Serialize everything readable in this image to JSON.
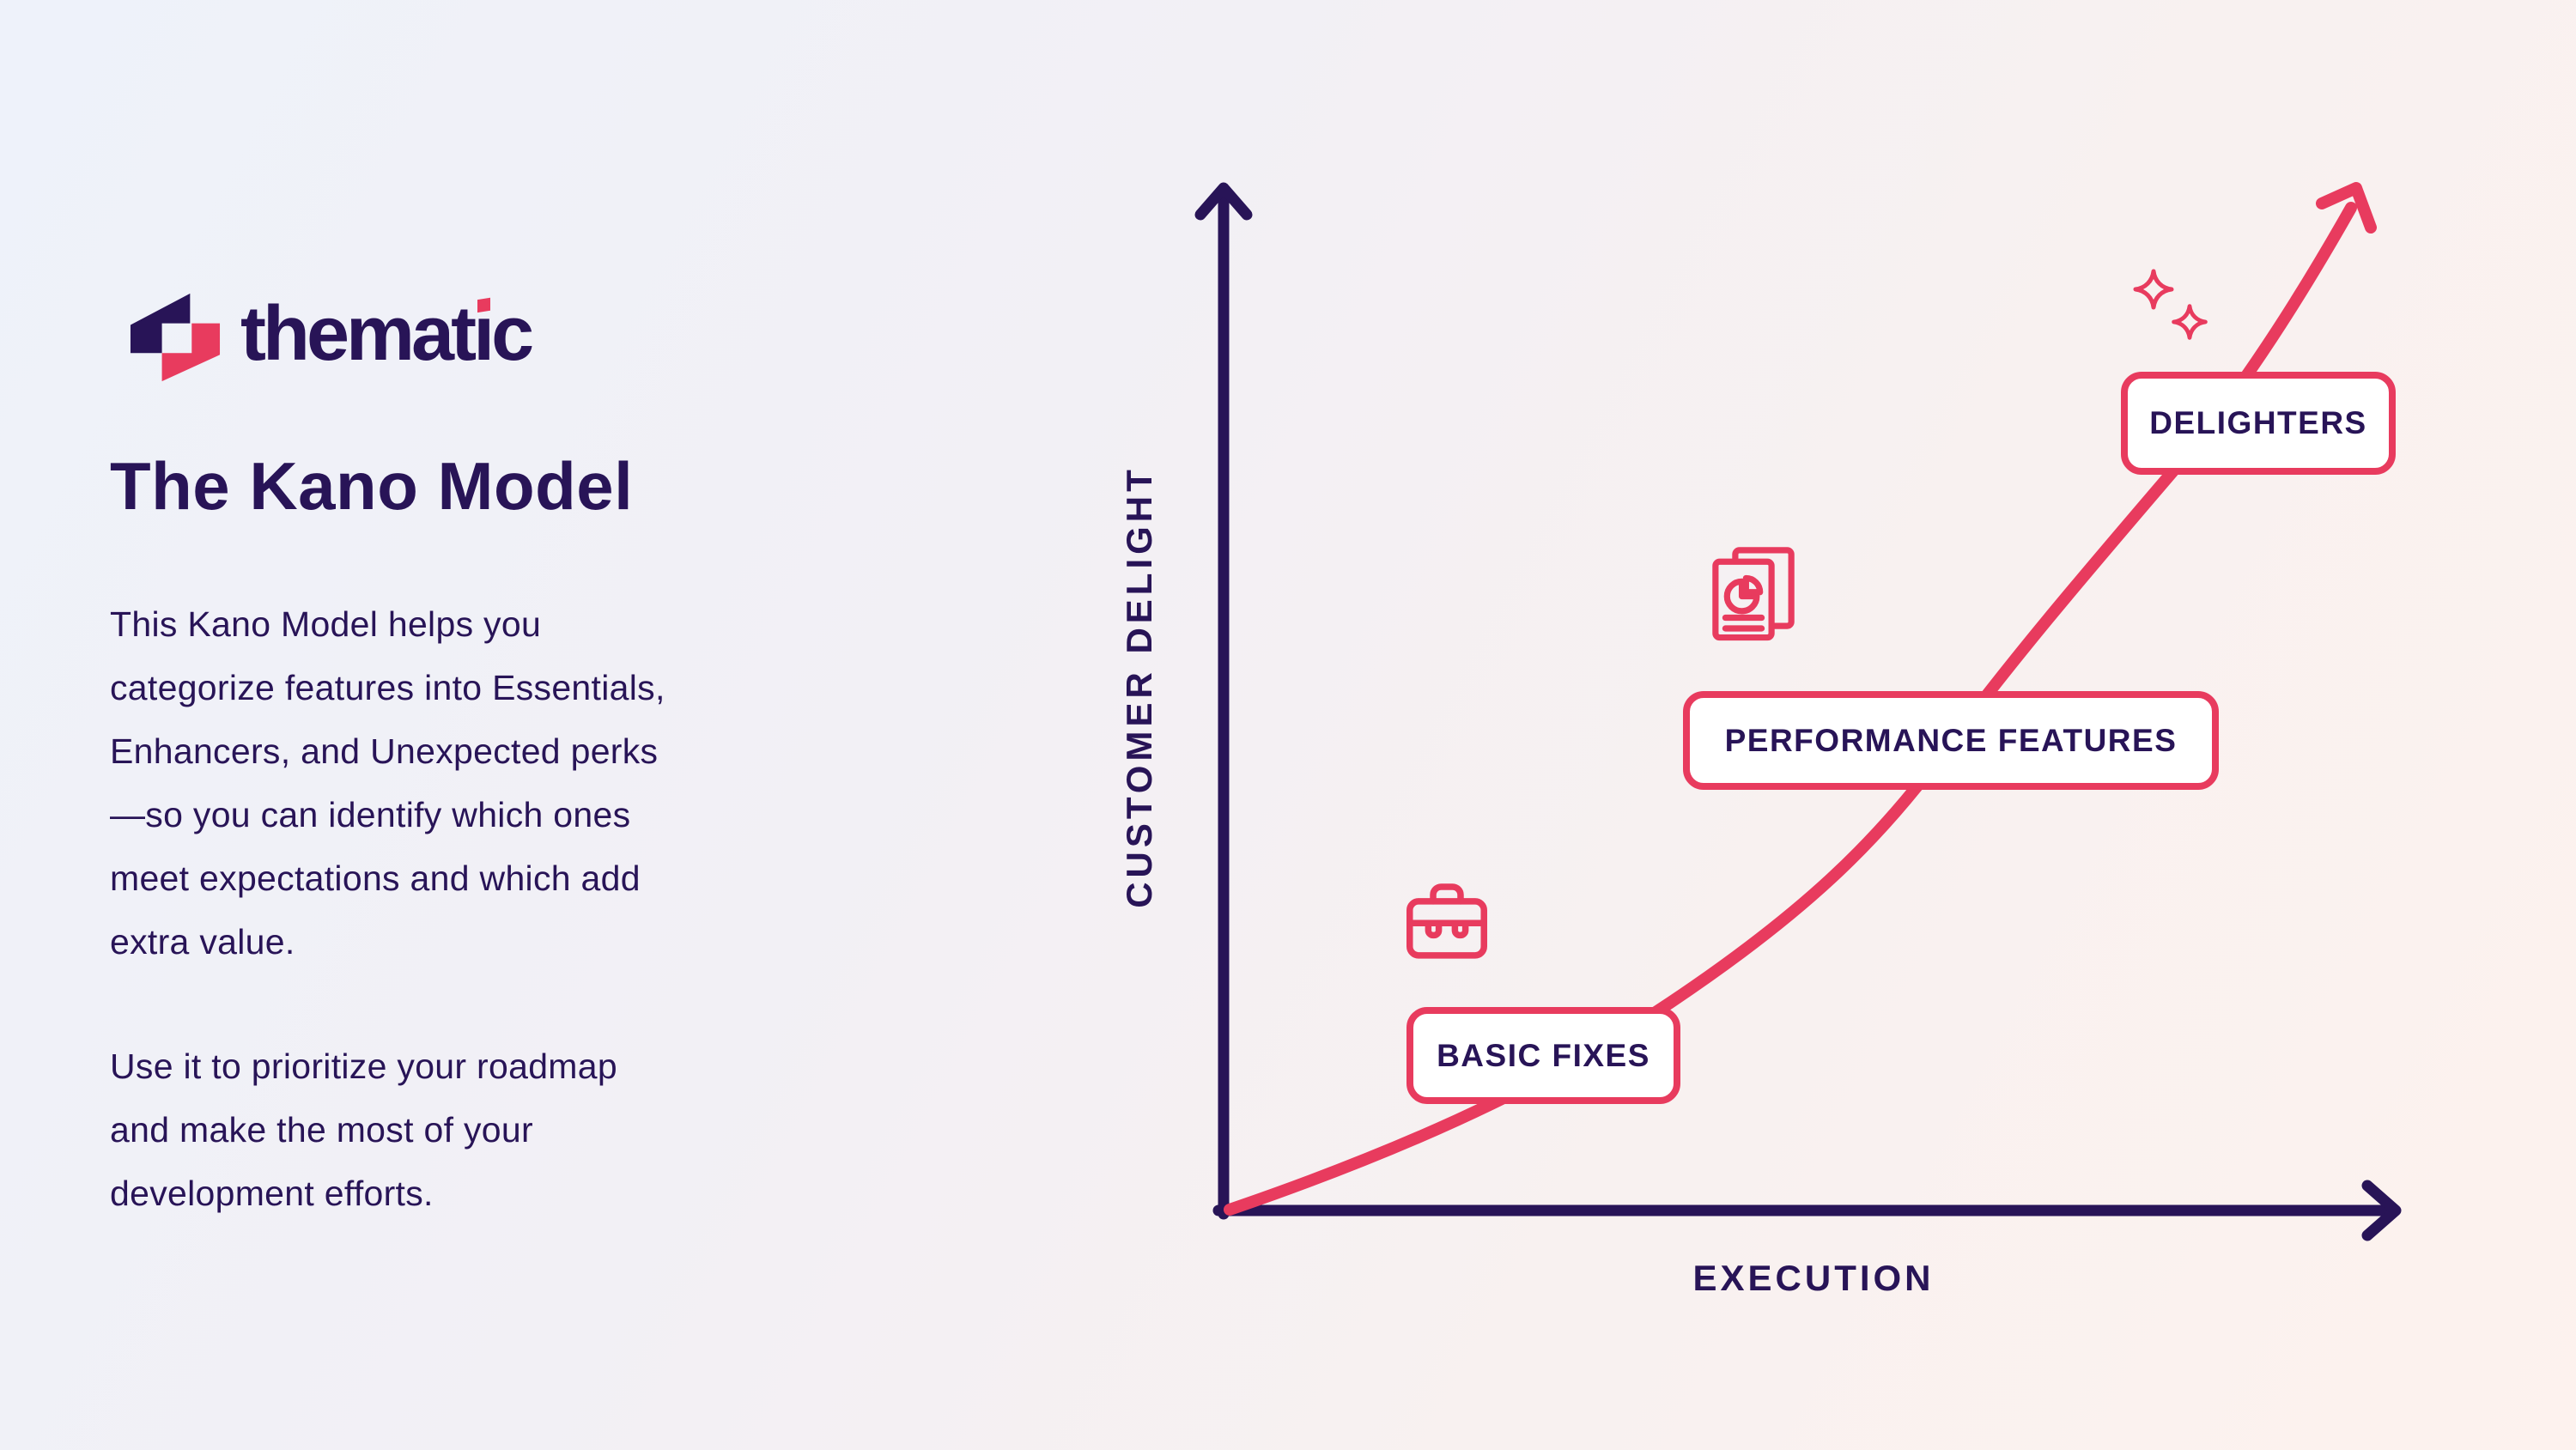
{
  "brand": {
    "name": "thematic"
  },
  "panel": {
    "title": "The Kano Model",
    "paragraph1": [
      "This Kano Model helps you",
      "categorize features into Essentials,",
      "Enhancers, and Unexpected perks",
      "—so you can identify which ones",
      "meet expectations and which add",
      "extra value."
    ],
    "paragraph2": [
      "Use it to prioritize  your roadmap",
      "and make the most  of your",
      "development efforts."
    ]
  },
  "chart": {
    "y_axis_label": "CUSTOMER DELIGHT",
    "x_axis_label": "EXECUTION",
    "stages": [
      {
        "label": "BASIC FIXES",
        "icon": "briefcase-icon"
      },
      {
        "label": "PERFORMANCE FEATURES",
        "icon": "report-icon"
      },
      {
        "label": "DELIGHTERS",
        "icon": "sparkles-icon"
      }
    ]
  },
  "colors": {
    "navy": "#281457",
    "pink": "#e83b5e",
    "box_fill": "#ffffff",
    "bg_top_left": "#eef2fa",
    "bg_bottom_right": "#fdf2ee"
  },
  "chart_data": {
    "type": "line",
    "title": "The Kano Model",
    "xlabel": "EXECUTION",
    "ylabel": "CUSTOMER DELIGHT",
    "x_range": [
      0,
      1
    ],
    "y_range": [
      0,
      1
    ],
    "grid": false,
    "legend": false,
    "series": [
      {
        "name": "Kano curve",
        "shape": "convex exponential rising curve ending in an arrowhead",
        "points": [
          [
            0,
            0
          ],
          [
            0.2,
            0.08
          ],
          [
            0.38,
            0.2
          ],
          [
            0.55,
            0.42
          ],
          [
            0.72,
            0.65
          ],
          [
            0.85,
            0.85
          ],
          [
            0.96,
            1.0
          ]
        ]
      }
    ],
    "annotations": [
      {
        "label": "BASIC FIXES",
        "x": 0.26,
        "y": 0.15
      },
      {
        "label": "PERFORMANCE FEATURES",
        "x": 0.55,
        "y": 0.46
      },
      {
        "label": "DELIGHTERS",
        "x": 0.83,
        "y": 0.8
      }
    ]
  }
}
